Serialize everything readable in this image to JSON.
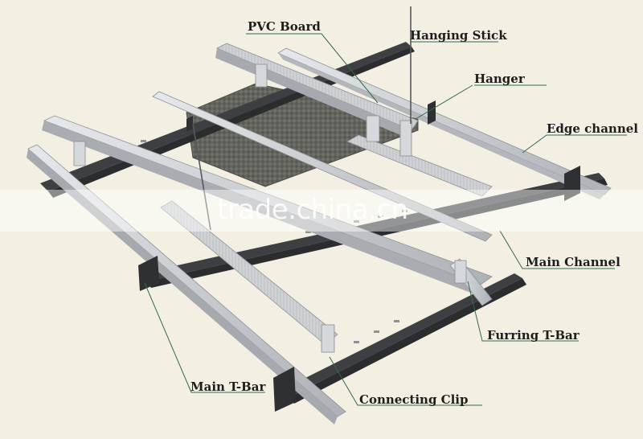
{
  "labels": {
    "pvc_board": "PVC Board",
    "hanging_stick": "Hanging Stick",
    "hanger": "Hanger",
    "edge_channel": "Edge channel",
    "main_channel": "Main Channel",
    "furring_t_bar": "Furring T-Bar",
    "main_t_bar": "Main T-Bar",
    "connecting_clip": "Connecting Clip"
  },
  "watermark": "trade.china.cn",
  "colors": {
    "background": "#f3f0e3",
    "leader_line": "#2f6b4f",
    "steel_light": "#d9dbde",
    "steel_dark": "#3b3d40",
    "board": "#6d6f66"
  }
}
